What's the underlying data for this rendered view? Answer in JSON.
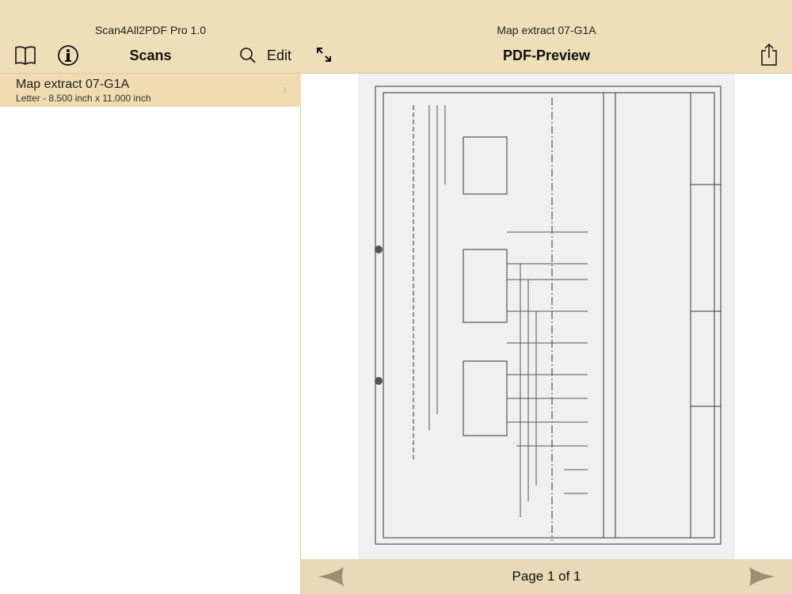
{
  "left_pane": {
    "app_title": "Scan4All2PDF Pro 1.0",
    "nav_title": "Scans",
    "edit_label": "Edit",
    "items": [
      {
        "title": "Map extract 07-G1A",
        "subtitle": "Letter - 8.500 inch x 11.000 inch"
      }
    ]
  },
  "right_pane": {
    "doc_title": "Map extract 07-G1A",
    "nav_title": "PDF-Preview",
    "page_indicator": "Page 1 of 1"
  },
  "colors": {
    "header": "#efdfb9",
    "selected_row": "#efdcb0",
    "bottom_bar": "#e8dab6",
    "arrow": "#9a8f74"
  }
}
